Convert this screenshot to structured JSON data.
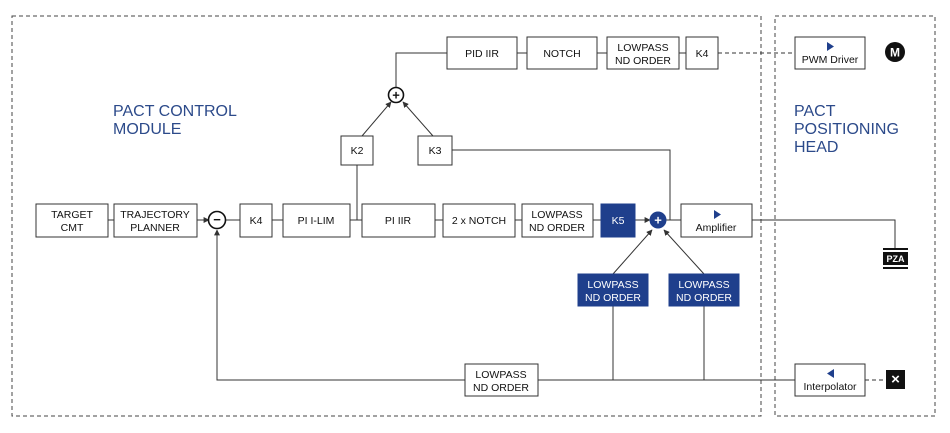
{
  "regions": {
    "control_module": {
      "line1": "PACT CONTROL",
      "line2": "MODULE"
    },
    "positioning_head": {
      "line1": "PACT",
      "line2": "POSITIONING",
      "line3": "HEAD"
    }
  },
  "blocks": {
    "target_cmt": {
      "line1": "TARGET",
      "line2": "CMT"
    },
    "trajectory_planner": {
      "line1": "TRAJECTORY",
      "line2": "PLANNER"
    },
    "k4_main": {
      "label": "K4"
    },
    "pi_ilim": {
      "label": "PI I-LIM"
    },
    "pi_iir": {
      "label": "PI IIR"
    },
    "notch_2x": {
      "label": "2 x NOTCH"
    },
    "lowpass_main": {
      "line1": "LOWPASS",
      "line2": "ND ORDER"
    },
    "k5": {
      "label": "K5"
    },
    "amplifier": {
      "label": "Amplifier"
    },
    "pid_iir": {
      "label": "PID IIR"
    },
    "notch_top": {
      "label": "NOTCH"
    },
    "lowpass_top": {
      "line1": "LOWPASS",
      "line2": "ND ORDER"
    },
    "k4_top": {
      "label": "K4"
    },
    "pwm_driver": {
      "label": "PWM Driver"
    },
    "k2": {
      "label": "K2"
    },
    "k3": {
      "label": "K3"
    },
    "lowpass_fb1": {
      "line1": "LOWPASS",
      "line2": "ND ORDER"
    },
    "lowpass_fb2": {
      "line1": "LOWPASS",
      "line2": "ND ORDER"
    },
    "lowpass_bottom": {
      "line1": "LOWPASS",
      "line2": "ND ORDER"
    },
    "interpolator": {
      "label": "Interpolator"
    }
  },
  "symbols": {
    "motor": "M",
    "pza": "PZA",
    "sum_top": "+",
    "sum_right": "+",
    "minus": "−",
    "encoder": "×"
  },
  "colors": {
    "accent": "#1f3f8c",
    "region_text": "#2c4a8a"
  }
}
